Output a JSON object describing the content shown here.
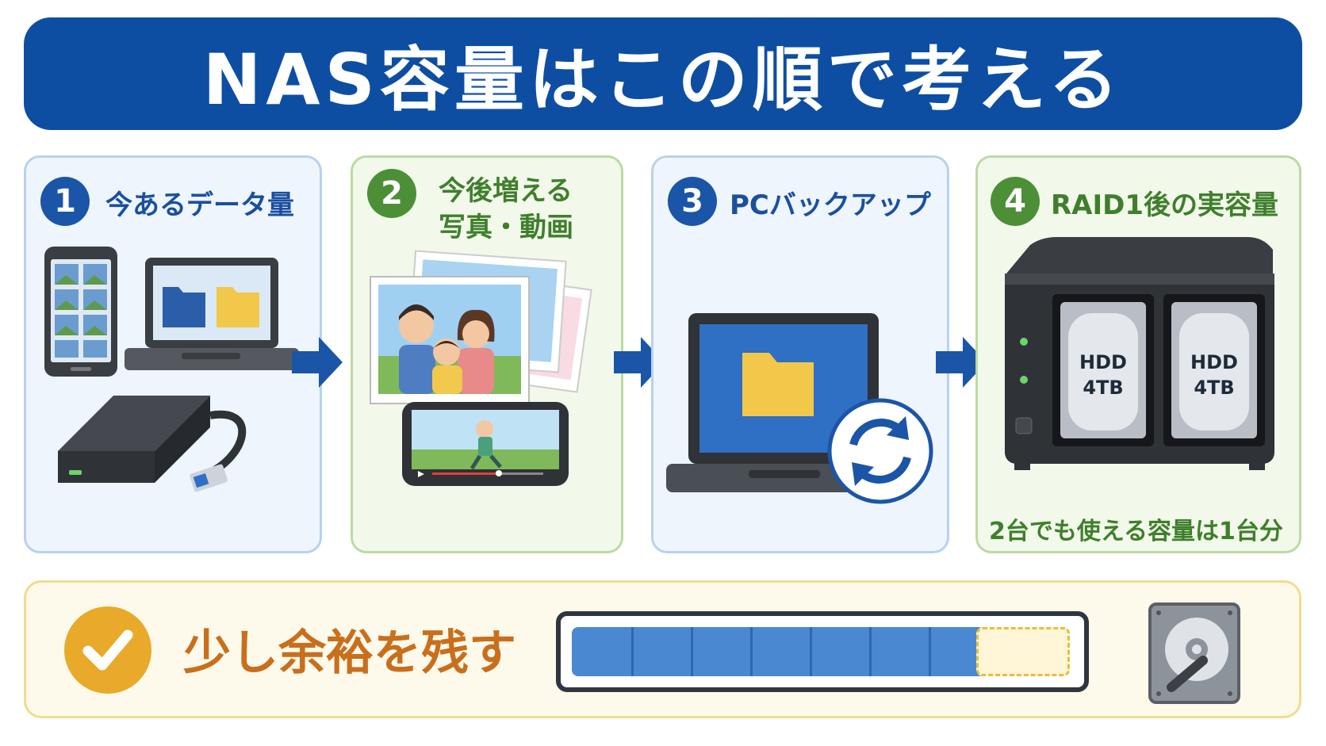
{
  "header": {
    "title": "NAS容量はこの順で考える"
  },
  "steps": [
    {
      "number": "1",
      "title": "今あるデータ量"
    },
    {
      "number": "2",
      "title_line1": "今後増える",
      "title_line2": "写真・動画"
    },
    {
      "number": "3",
      "title": "PCバックアップ"
    },
    {
      "number": "4",
      "title": "RAID1後の実容量",
      "drive_label_1": "HDD",
      "drive_label_2": "4TB",
      "note": "2台でも使える容量は1台分"
    }
  ],
  "tip": {
    "title": "少し余裕を残す",
    "used_fraction": 0.83
  },
  "colors": {
    "header": "#0d4ea3",
    "step_blue": "#1b55a8",
    "step_green": "#4c8f37",
    "tip_text": "#c96f1c",
    "bar_fill": "#4a89d2",
    "bar_empty": "#fff6d8"
  },
  "icons": [
    "smartphone-icon",
    "laptop-icon",
    "folder-icon",
    "external-hdd-icon",
    "photo-icon",
    "video-phone-icon",
    "sync-icon",
    "nas-icon",
    "hard-drive-icon",
    "checkmark-icon",
    "arrow-right-icon"
  ]
}
